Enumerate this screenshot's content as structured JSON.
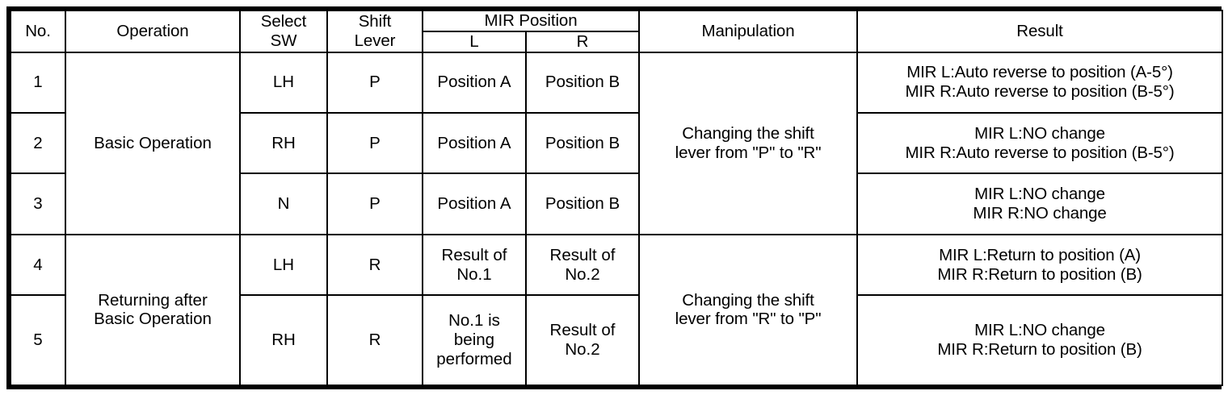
{
  "table": {
    "headers": {
      "no": "No.",
      "operation": "Operation",
      "select_sw_line1": "Select",
      "select_sw_line2": "SW",
      "shift_lever_line1": "Shift",
      "shift_lever_line2": "Lever",
      "mir_position": "MIR Position",
      "mir_l": "L",
      "mir_r": "R",
      "manipulation": "Manipulation",
      "result": "Result"
    },
    "operations": {
      "basic": "Basic Operation",
      "returning_line1": "Returning after",
      "returning_line2": "Basic Operation"
    },
    "manipulations": {
      "p_to_r_line1": "Changing the shift",
      "p_to_r_line2": "lever from \"P\" to \"R\"",
      "r_to_p_line1": "Changing the shift",
      "r_to_p_line2": "lever from \"R\" to \"P\""
    },
    "rows": [
      {
        "no": "1",
        "select_sw": "LH",
        "shift_lever": "P",
        "mir_l": "Position A",
        "mir_r": "Position B",
        "result_line1": "MIR L:Auto reverse to position (A-5°)",
        "result_line2": "MIR R:Auto reverse to position (B-5°)"
      },
      {
        "no": "2",
        "select_sw": "RH",
        "shift_lever": "P",
        "mir_l": "Position A",
        "mir_r": "Position B",
        "result_line1": "MIR L:NO change",
        "result_line2": "MIR R:Auto reverse to position (B-5°)"
      },
      {
        "no": "3",
        "select_sw": "N",
        "shift_lever": "P",
        "mir_l": "Position A",
        "mir_r": "Position B",
        "result_line1": "MIR L:NO change",
        "result_line2": "MIR R:NO change"
      },
      {
        "no": "4",
        "select_sw": "LH",
        "shift_lever": "R",
        "mir_l_line1": "Result of",
        "mir_l_line2": "No.1",
        "mir_r_line1": "Result of",
        "mir_r_line2": "No.2",
        "result_line1": "MIR L:Return to position (A)",
        "result_line2": "MIR R:Return to position (B)"
      },
      {
        "no": "5",
        "select_sw": "RH",
        "shift_lever": "R",
        "mir_l_line1": "No.1 is",
        "mir_l_line2": "being",
        "mir_l_line3": "performed",
        "mir_r_line1": "Result of",
        "mir_r_line2": "No.2",
        "result_line1": "MIR L:NO change",
        "result_line2": "MIR R:Return to position (B)"
      }
    ]
  }
}
